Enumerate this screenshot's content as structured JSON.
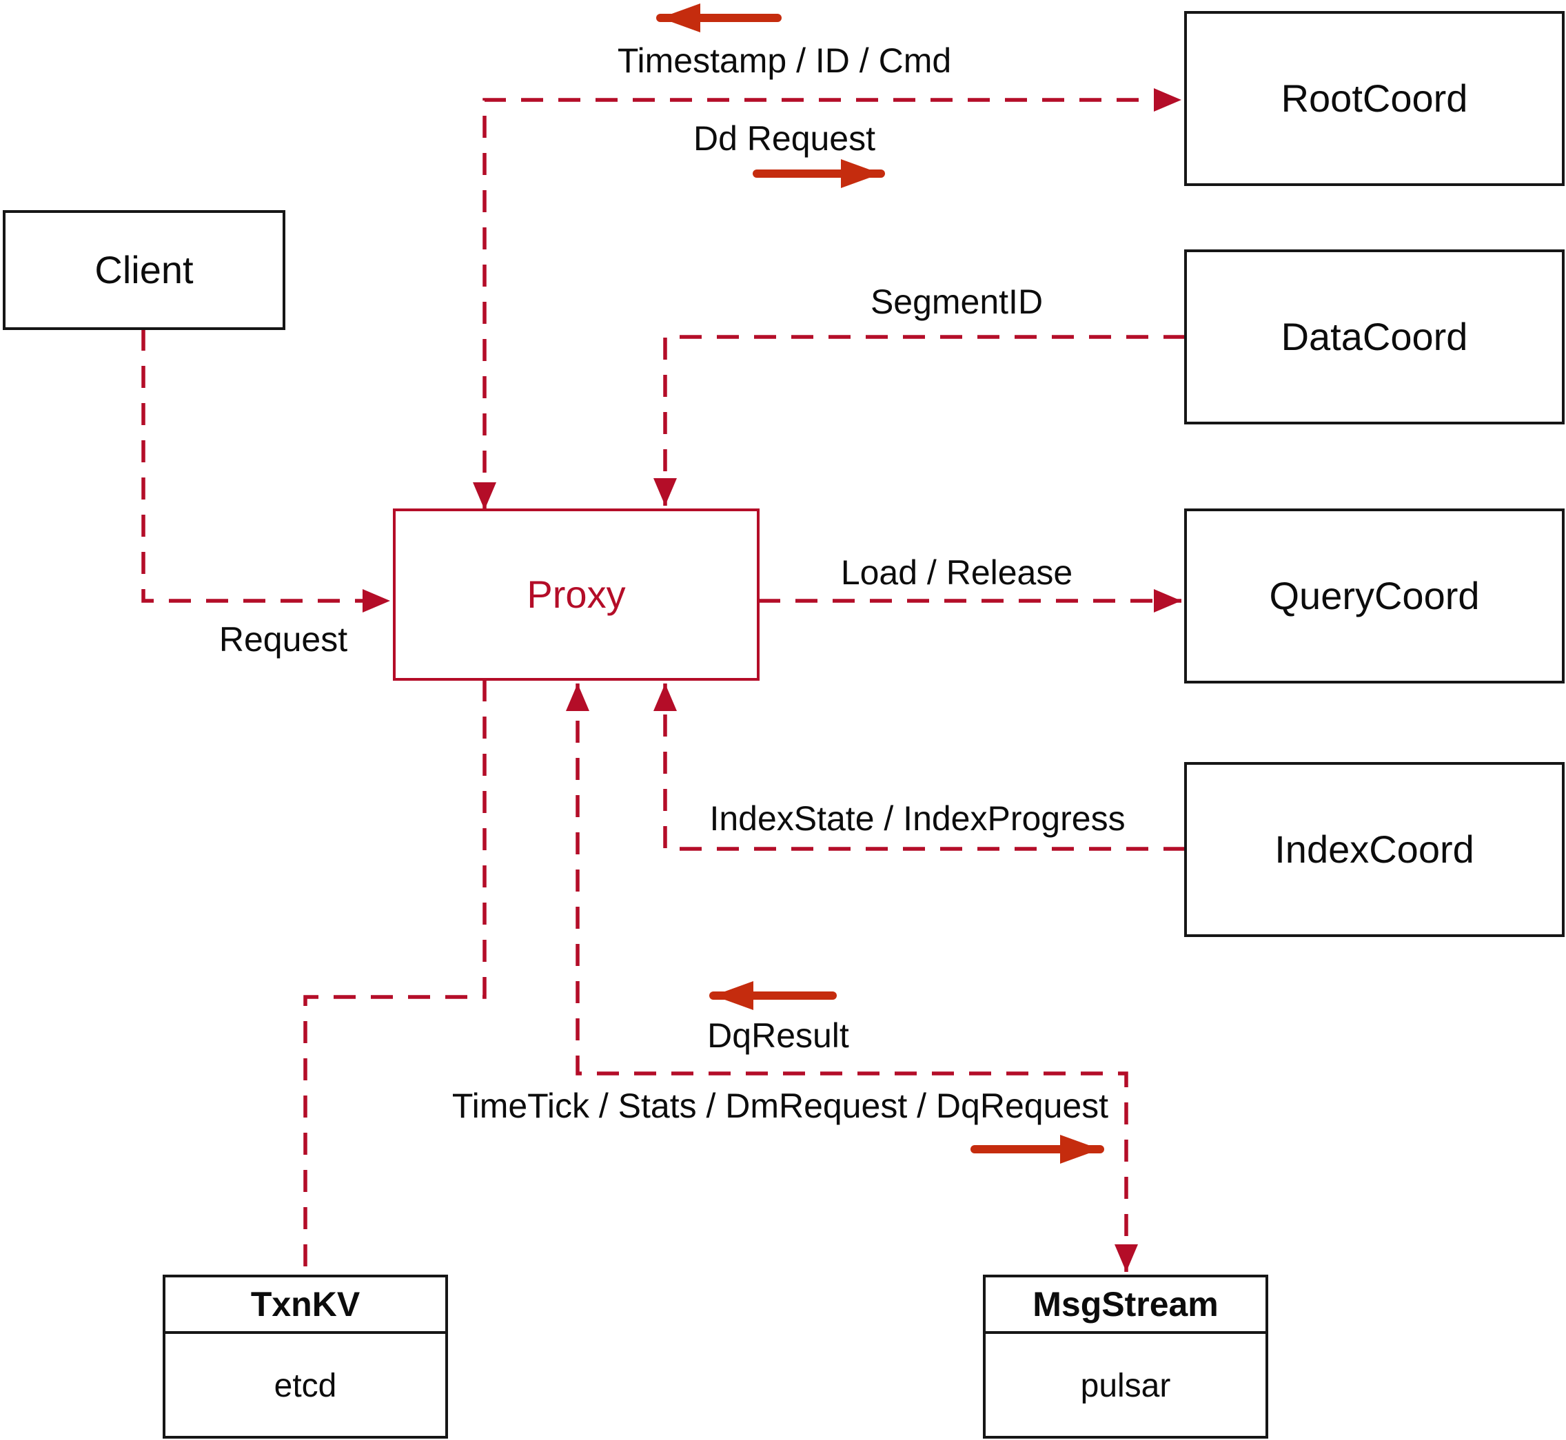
{
  "colors": {
    "line_crimson": "#b40d28",
    "arrow_red": "#c52c0e",
    "ink": "#0c0c0c"
  },
  "nodes": {
    "client": {
      "label": "Client"
    },
    "proxy": {
      "label": "Proxy"
    },
    "rootcoord": {
      "label": "RootCoord"
    },
    "datacoord": {
      "label": "DataCoord"
    },
    "querycoord": {
      "label": "QueryCoord"
    },
    "indexcoord": {
      "label": "IndexCoord"
    },
    "txnkv": {
      "title": "TxnKV",
      "impl": "etcd"
    },
    "msgstream": {
      "title": "MsgStream",
      "impl": "pulsar"
    }
  },
  "edges": {
    "client_proxy": {
      "label": "Request"
    },
    "proxy_rootcoord": {
      "label_return": "Timestamp / ID / Cmd",
      "label_send": "Dd Request"
    },
    "datacoord_proxy": {
      "label": "SegmentID"
    },
    "proxy_querycoord": {
      "label": "Load / Release"
    },
    "indexcoord_proxy": {
      "label": "IndexState / IndexProgress"
    },
    "proxy_msgstream": {
      "label_return": "DqResult",
      "label_send": "TimeTick / Stats / DmRequest / DqRequest"
    }
  }
}
